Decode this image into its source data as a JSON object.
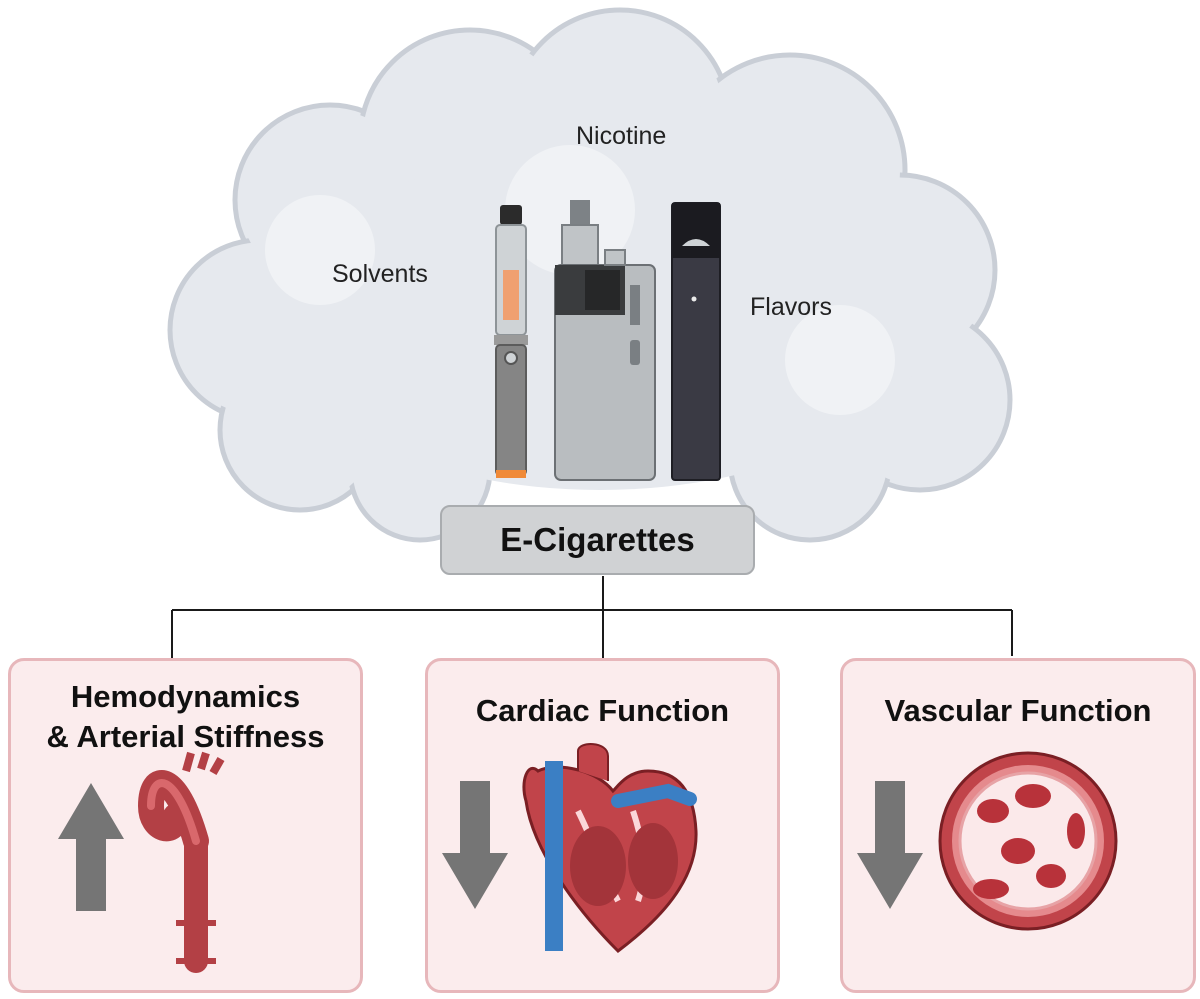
{
  "cloud": {
    "labels": {
      "nicotine": "Nicotine",
      "solvents": "Solvents",
      "flavors": "Flavors"
    }
  },
  "center": {
    "label": "E-Cigarettes"
  },
  "panels": [
    {
      "title_line1": "Hemodynamics",
      "title_line2": "& Arterial Stiffness",
      "arrow": "up",
      "icon": "aorta-icon"
    },
    {
      "title_line1": "Cardiac Function",
      "arrow": "down",
      "icon": "heart-icon"
    },
    {
      "title_line1": "Vascular Function",
      "arrow": "down",
      "icon": "blood-vessel-cross-section-icon"
    }
  ],
  "colors": {
    "cloud_fill": "#e6e9ee",
    "cloud_stroke": "#c9ced6",
    "panel_fill": "#fbeced",
    "panel_border": "#e7b7bb",
    "arrow": "#757575",
    "tissue_red": "#c1444a"
  }
}
